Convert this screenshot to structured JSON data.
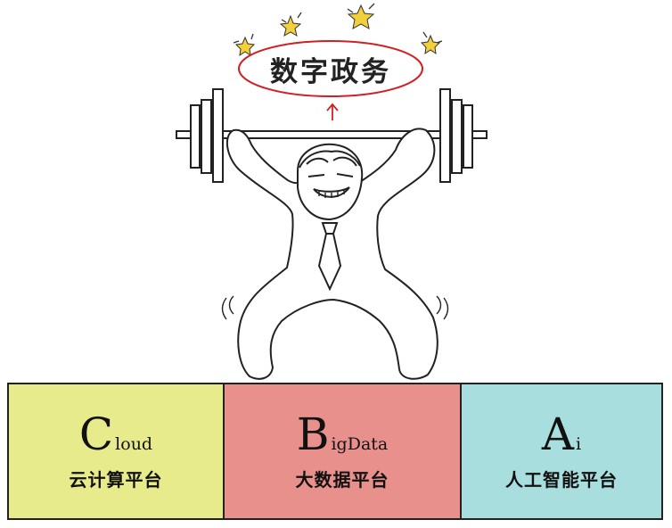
{
  "title": "数字政务",
  "colors": {
    "cloud": "#e7eb8c",
    "bigdata": "#e8908c",
    "ai": "#a8dede",
    "oval": "#d21f24",
    "stars": "#f2d03b"
  },
  "platforms": [
    {
      "initial": "C",
      "rest": "loud",
      "caption": "云计算平台"
    },
    {
      "initial": "B",
      "rest": "igData",
      "caption": "大数据平台"
    },
    {
      "initial": "A",
      "rest": "i",
      "caption": "人工智能平台"
    }
  ]
}
